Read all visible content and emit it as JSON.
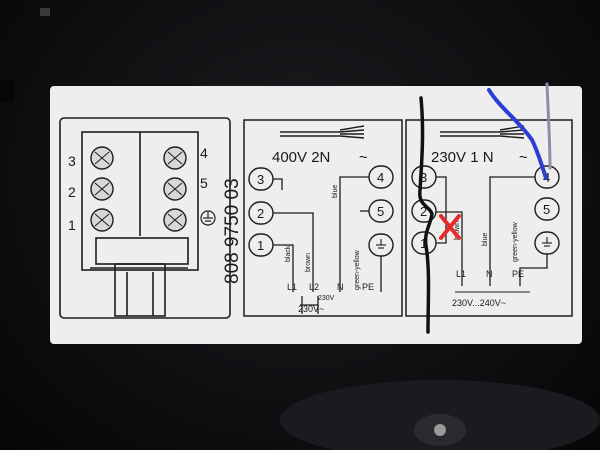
{
  "colors": {
    "background": "#111214",
    "label_paper": "#efefef",
    "print": "#1d1d1d",
    "marker_black": "#111111",
    "marker_blue": "#2b3fd6",
    "marker_red": "#e52b2b"
  },
  "label": {
    "part_number": "808 9750 03",
    "terminal_numbers": {
      "left": [
        "3",
        "2",
        "1"
      ],
      "right": [
        "4",
        "5"
      ]
    },
    "left_panel": {
      "title": "400V  2N",
      "tilde": "~",
      "terminals": [
        "3",
        "2",
        "1",
        "4",
        "5"
      ],
      "wire_labels": [
        "black",
        "brown",
        "blue",
        "green-yellow"
      ],
      "conductors": [
        "L1",
        "L2",
        "N",
        "PE"
      ],
      "voltage_sub": "230V",
      "voltage_bottom": "230V~"
    },
    "right_panel": {
      "title": "230V   1 N",
      "tilde": "~",
      "terminals": [
        "3",
        "2",
        "1",
        "4",
        "5"
      ],
      "wire_labels": [
        "brown",
        "blue",
        "green-yellow"
      ],
      "conductors": [
        "L1",
        "N",
        "PE"
      ],
      "voltage_bottom": "230V...240V~"
    }
  },
  "annotations": [
    "black-marker-line",
    "blue-marker-line",
    "red-cross-mark"
  ]
}
